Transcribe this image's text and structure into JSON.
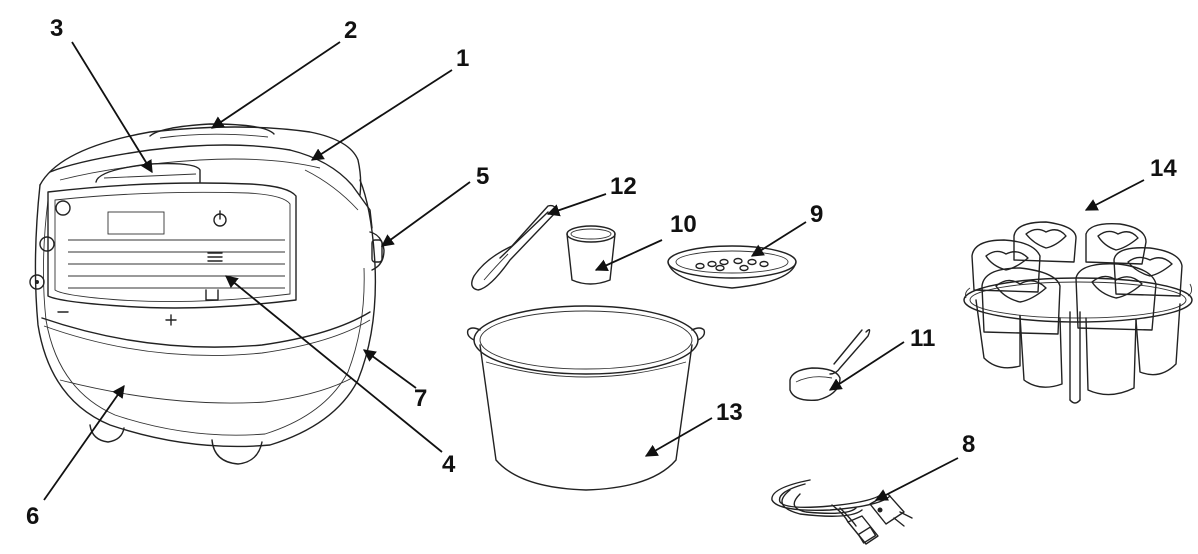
{
  "callouts": [
    {
      "id": "1",
      "label": "1"
    },
    {
      "id": "2",
      "label": "2"
    },
    {
      "id": "3",
      "label": "3"
    },
    {
      "id": "4",
      "label": "4"
    },
    {
      "id": "5",
      "label": "5"
    },
    {
      "id": "6",
      "label": "6"
    },
    {
      "id": "7",
      "label": "7"
    },
    {
      "id": "8",
      "label": "8"
    },
    {
      "id": "9",
      "label": "9"
    },
    {
      "id": "10",
      "label": "10"
    },
    {
      "id": "11",
      "label": "11"
    },
    {
      "id": "12",
      "label": "12"
    },
    {
      "id": "13",
      "label": "13"
    },
    {
      "id": "14",
      "label": "14"
    }
  ],
  "colors": {
    "ink": "#222222",
    "background": "#ffffff"
  }
}
